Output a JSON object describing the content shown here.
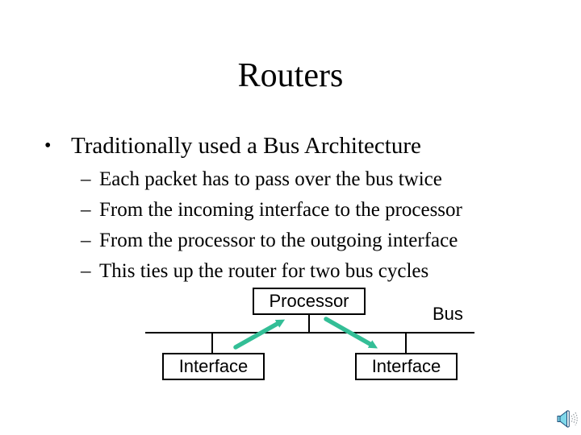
{
  "slide": {
    "title": "Routers",
    "bullet_marker": "•",
    "sub_marker": "–",
    "bullet": "Traditionally used a Bus Architecture",
    "sub_bullets": [
      "Each packet has to pass over the bus twice",
      "From the incoming interface to the processor",
      "From the processor to the outgoing interface",
      "This ties up the router for two bus cycles"
    ]
  },
  "diagram": {
    "processor_label": "Processor",
    "bus_label": "Bus",
    "interface_labels": [
      "Interface",
      "Interface"
    ],
    "arrow_color": "#33BE96",
    "line_color": "#000000"
  },
  "icons": {
    "speaker": {
      "name": "speaker-icon",
      "fill": "#7FD8EA",
      "outline": "#1F4E79",
      "wave_color": "#9AA0A6"
    }
  },
  "colors": {
    "background": "#FFFFFF",
    "text": "#000000"
  }
}
